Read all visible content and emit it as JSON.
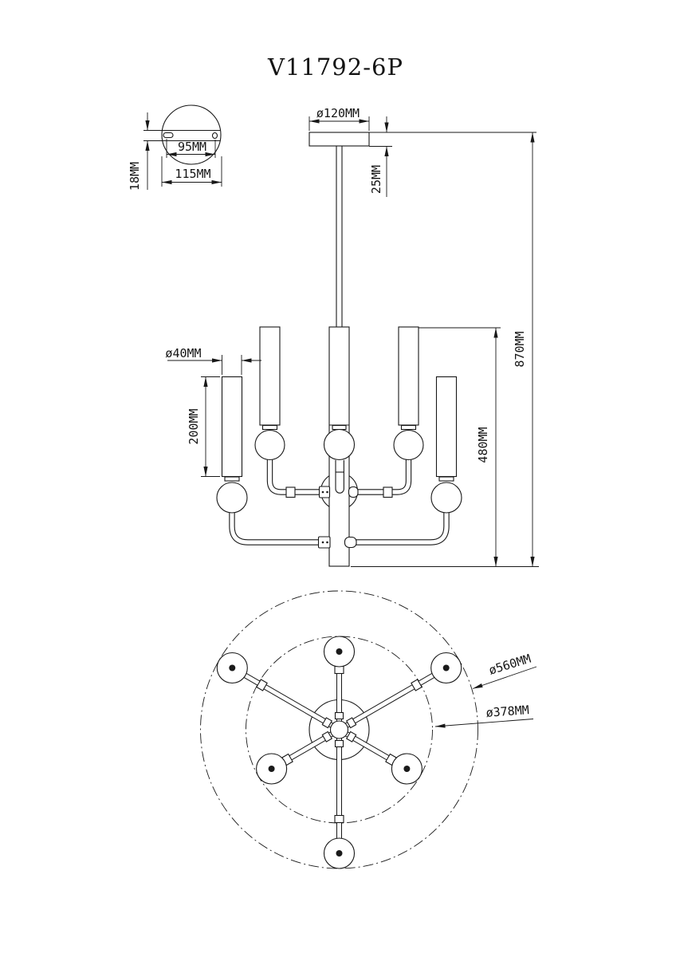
{
  "title": "V11792-6P",
  "canopy_detail": {
    "hole_spacing": "95MM",
    "width": "115MM",
    "height": "18MM"
  },
  "elevation": {
    "canopy_diameter": "ø120MM",
    "canopy_height": "25MM",
    "overall_height": "870MM",
    "body_height": "480MM",
    "shade_diameter": "ø40MM",
    "shade_length": "200MM"
  },
  "plan": {
    "outer_diameter": "ø560MM",
    "arm_circle_diameter": "ø378MM"
  }
}
